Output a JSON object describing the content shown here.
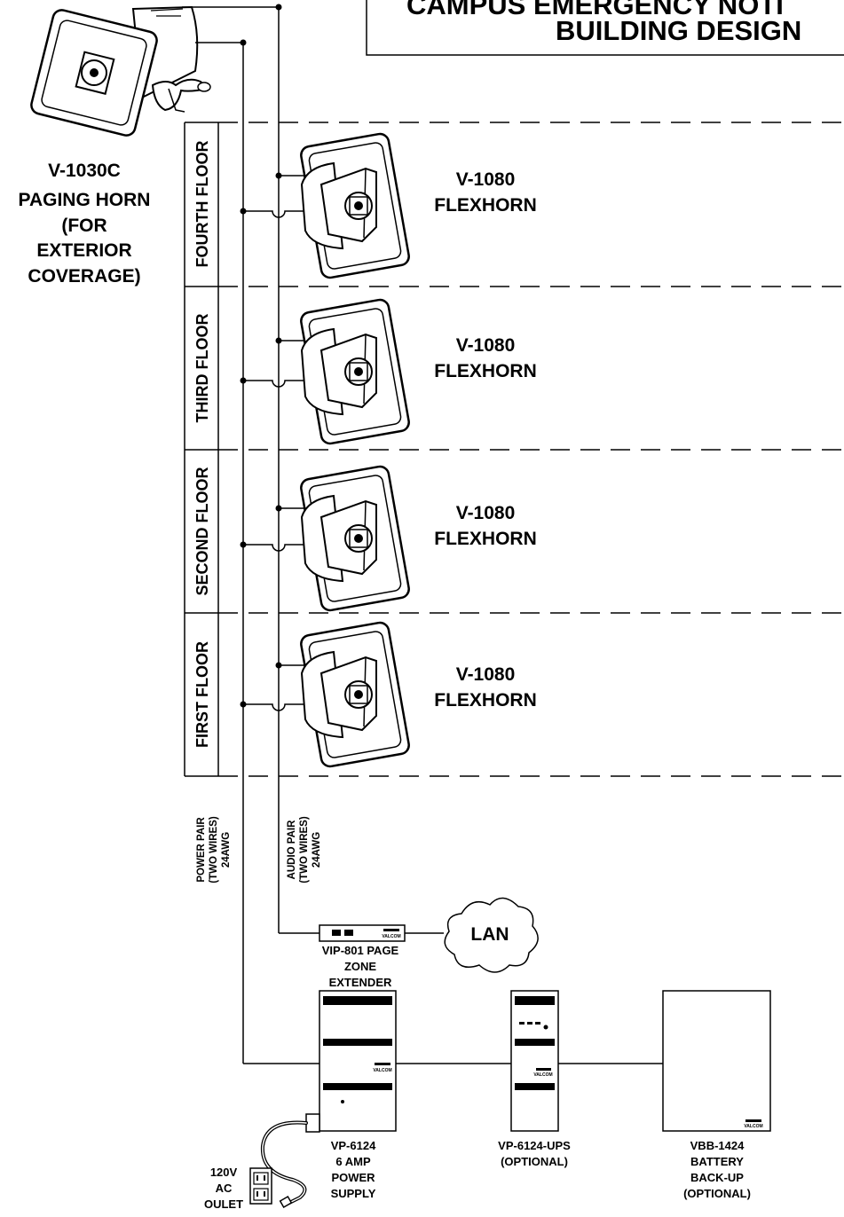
{
  "title": {
    "line1": "CAMPUS EMERGENCY NOTI",
    "line2": "BUILDING DESIGN"
  },
  "exterior_horn": {
    "lines": [
      "V-1030C",
      "PAGING HORN",
      "(FOR",
      "EXTERIOR",
      "COVERAGE)"
    ]
  },
  "floors": [
    {
      "label": "FOURTH FLOOR",
      "device_model": "V-1080",
      "device_name": "FLEXHORN"
    },
    {
      "label": "THIRD FLOOR",
      "device_model": "V-1080",
      "device_name": "FLEXHORN"
    },
    {
      "label": "SECOND FLOOR",
      "device_model": "V-1080",
      "device_name": "FLEXHORN"
    },
    {
      "label": "FIRST FLOOR",
      "device_model": "V-1080",
      "device_name": "FLEXHORN"
    }
  ],
  "wires": {
    "power": [
      "POWER PAIR",
      "(TWO WIRES)",
      "24AWG"
    ],
    "audio": [
      "AUDIO PAIR",
      "(TWO WIRES)",
      "24AWG"
    ]
  },
  "zone_extender": {
    "lines": [
      "VIP-801 PAGE",
      "ZONE",
      "EXTENDER"
    ],
    "face_text": "VALCOM"
  },
  "lan": {
    "label": "LAN"
  },
  "power_supply": {
    "lines": [
      "VP-6124",
      "6 AMP",
      "POWER",
      "SUPPLY"
    ],
    "brand": "VALCOM"
  },
  "ups": {
    "lines": [
      "VP-6124-UPS",
      "(OPTIONAL)"
    ],
    "brand": "VALCOM"
  },
  "battery": {
    "lines": [
      "VBB-1424",
      "BATTERY",
      "BACK-UP",
      "(OPTIONAL)"
    ],
    "brand": "VALCOM"
  },
  "outlet": {
    "lines": [
      "120V",
      "AC",
      "OULET"
    ]
  },
  "icons": [
    "paging-horn-icon",
    "flexhorn-icon",
    "cloud-icon",
    "outlet-icon"
  ]
}
